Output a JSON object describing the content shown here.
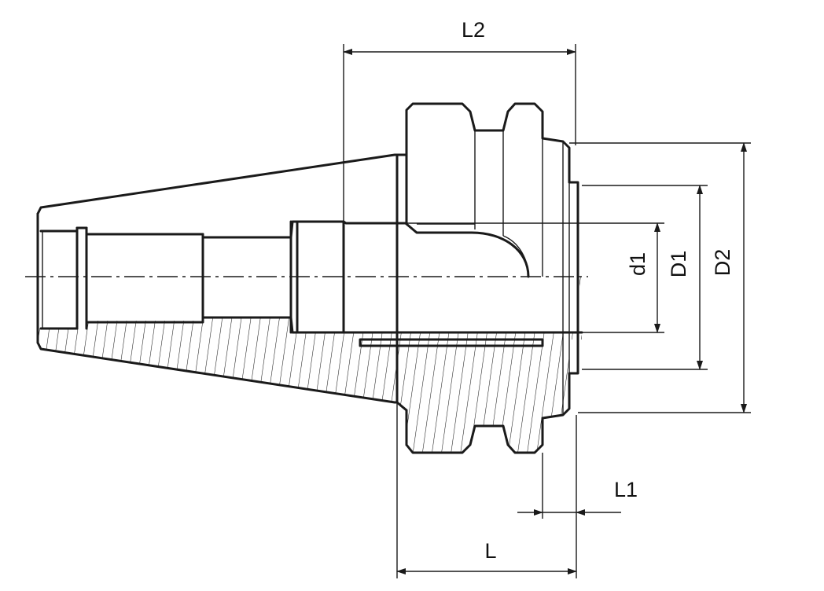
{
  "drawing": {
    "labels": {
      "L2": "L2",
      "L1": "L1",
      "L": "L",
      "d1": "d1",
      "D1": "D1",
      "D2": "D2"
    }
  }
}
